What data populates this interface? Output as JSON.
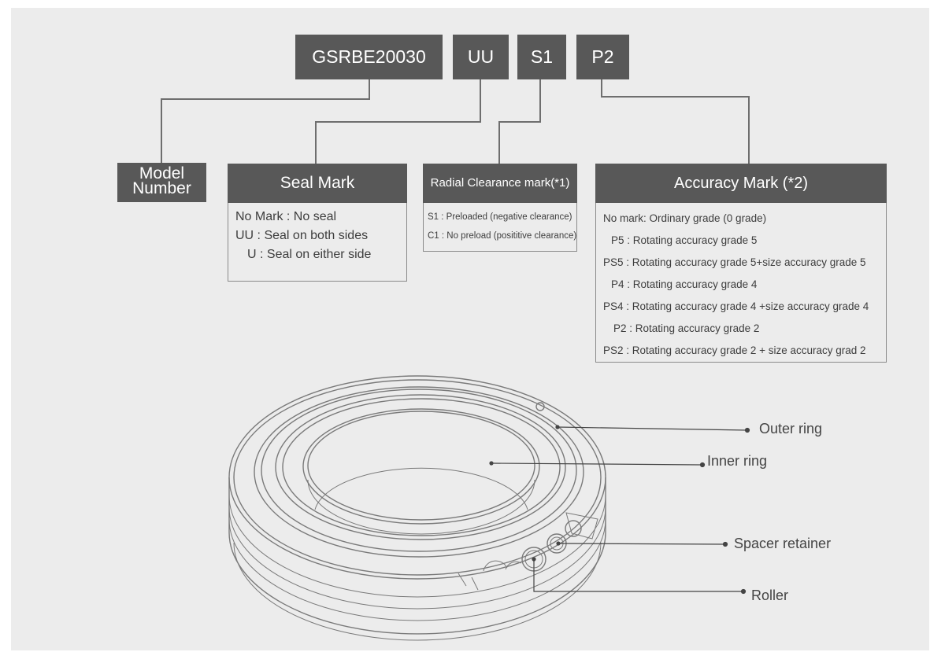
{
  "code": {
    "model": "GSRBE20030",
    "seal": "UU",
    "clearance": "S1",
    "accuracy": "P2"
  },
  "model_label": {
    "line1": "Model",
    "line2": "Number"
  },
  "seal_mark": {
    "title": "Seal Mark",
    "items": [
      "No Mark : No seal",
      "UU : Seal on both sides",
      "U : Seal on either side"
    ]
  },
  "radial_clearance": {
    "title": "Radial Clearance mark(*1)",
    "items": [
      "S1 : Preloaded (negative clearance)",
      "C1 : No preload (posititive clearance)"
    ]
  },
  "accuracy_mark": {
    "title": "Accuracy Mark (*2)",
    "items": [
      "No mark: Ordinary grade (0 grade)",
      "P5 : Rotating accuracy grade 5",
      "PS5 : Rotating accuracy grade 5+size accuracy grade 5",
      "P4 : Rotating accuracy grade 4",
      "PS4 : Rotating accuracy grade 4 +size accuracy grade 4",
      "P2 : Rotating accuracy grade 2",
      "PS2 : Rotating accuracy grade 2 + size accuracy grad 2"
    ]
  },
  "parts": {
    "outer_ring": "Outer ring",
    "inner_ring": "Inner ring",
    "spacer_retainer": "Spacer retainer",
    "roller": "Roller"
  },
  "colors": {
    "background": "#ececec",
    "box_fill": "#585858",
    "line": "#6e6e6e",
    "text": "#3d3d3d"
  }
}
